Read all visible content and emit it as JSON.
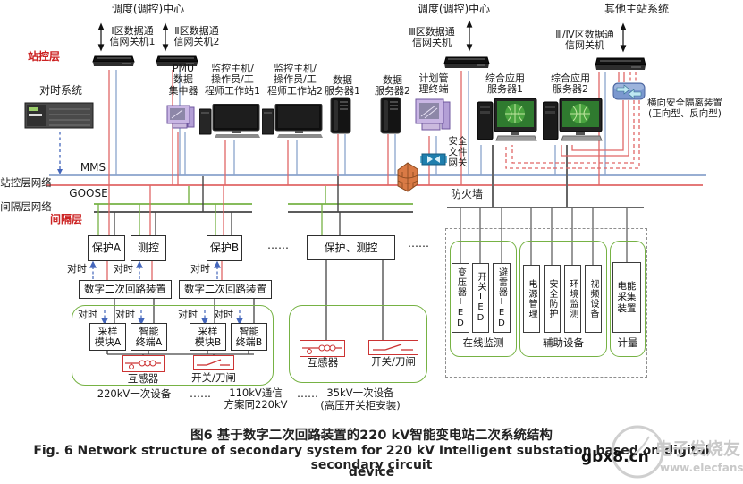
{
  "top": {
    "dispatch_left": "调度(调控)中心",
    "dispatch_right": "调度(调控)中心",
    "other_master": "其他主站系统",
    "gw1": "Ⅰ区数据通\n信网关机1",
    "gw2": "Ⅱ区数据通\n信网关机2",
    "gw3": "Ⅲ区数据通\n信网关机",
    "gw34": "Ⅲ/Ⅳ区数据通\n信网关机"
  },
  "layers": {
    "station": "站控层",
    "station_network": "站控层网络",
    "mms": "MMS",
    "goose": "GOOSE",
    "bay_network": "间隔层网络",
    "bay": "间隔层"
  },
  "station": {
    "time_sync": "对时系统",
    "pmu": "PMU\n数据\n集中器",
    "hmi1": "监控主机/\n操作员/工\n程师工作站1",
    "hmi2": "监控主机/\n操作员/工\n程师工作站2",
    "ds1": "数据\n服务器1",
    "ds2": "数据\n服务器2",
    "plan": "计划管\n理终端",
    "app1": "综合应用\n服务器1",
    "app2": "综合应用\n服务器2",
    "file_gw": "安全\n文件\n网关",
    "isolation": "横向安全隔离装置\n(正向型、反向型)",
    "firewall": "防火墙"
  },
  "bay": {
    "protect_a": "保护A",
    "measure": "测控",
    "protect_b": "保护B",
    "protect_measure": "保护、测控",
    "digital_circuit": "数字二次回路装置",
    "time": "对时",
    "dots": "……"
  },
  "process220": {
    "sample_a": "采样\n模块A",
    "term_a": "智能\n终端A",
    "sample_b": "采样\n模块B",
    "term_b": "智能\n终端B",
    "ct": "互感器",
    "sw": "开关/刀闸"
  },
  "process35": {
    "ct": "互感器",
    "sw": "开关/刀闸"
  },
  "bottom": {
    "kv220": "220kV一次设备",
    "kv110": "110kV通信\n方案同220kV",
    "kv35": "35kV一次设备",
    "kv35_note": "(高压开关柜安装)"
  },
  "monitor": {
    "g1": {
      "label": "在线监测",
      "items": [
        "变压器IED",
        "开关IED",
        "避雷器IED"
      ]
    },
    "g2": {
      "label": "辅助设备",
      "items": [
        "电源管理",
        "安全防护",
        "环境监测",
        "视频设备"
      ]
    },
    "g3": {
      "label": "计量",
      "items": [
        "电能采集装置"
      ]
    }
  },
  "caption": {
    "zh": "图6 基于数字二次回路装置的220 kV智能变电站二次系统结构",
    "en1": "Fig. 6 Network structure of secondary system for 220 kV Intelligent substation based on digital secondary circuit",
    "en2": "device"
  },
  "watermark": {
    "overlay": "gbx8.cn",
    "brand": "电子发烧友",
    "site": "www.elecfans.com"
  },
  "colors": {
    "red_wire": "#e06666",
    "blue_wire": "#8aa3cc",
    "green": "#76b244",
    "layer_red": "#cc2222"
  }
}
